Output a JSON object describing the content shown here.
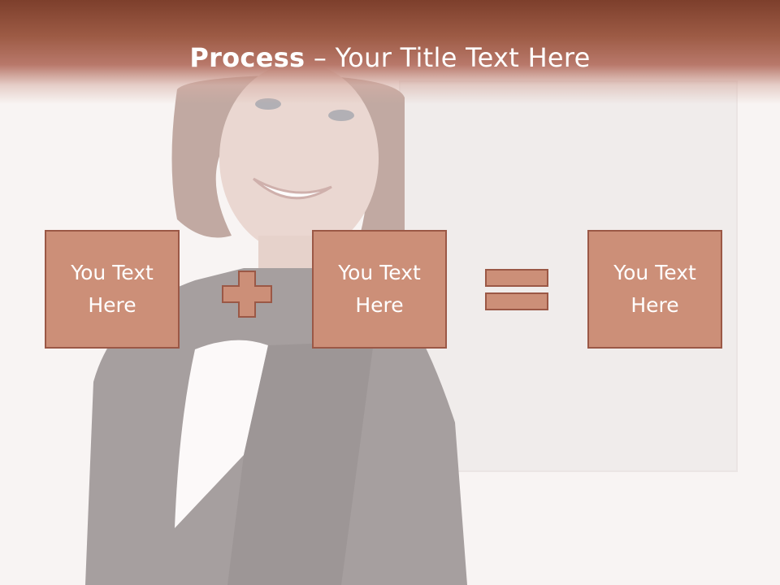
{
  "slide": {
    "title_bold": "Process",
    "title_rest": " – Your Title Text Here",
    "colors": {
      "band": "#7d3f2c",
      "box_fill": "#cc8f78",
      "box_border": "#9b5846",
      "background": "#f7f3f2"
    }
  },
  "process": {
    "boxes": [
      {
        "text": "You Text\nHere"
      },
      {
        "text": "You Text\nHere"
      },
      {
        "text": "You Text\nHere"
      }
    ],
    "operators": [
      "plus-icon",
      "equals-icon"
    ]
  },
  "background_image": {
    "subject": "smiling-woman-holding-blank-board"
  }
}
